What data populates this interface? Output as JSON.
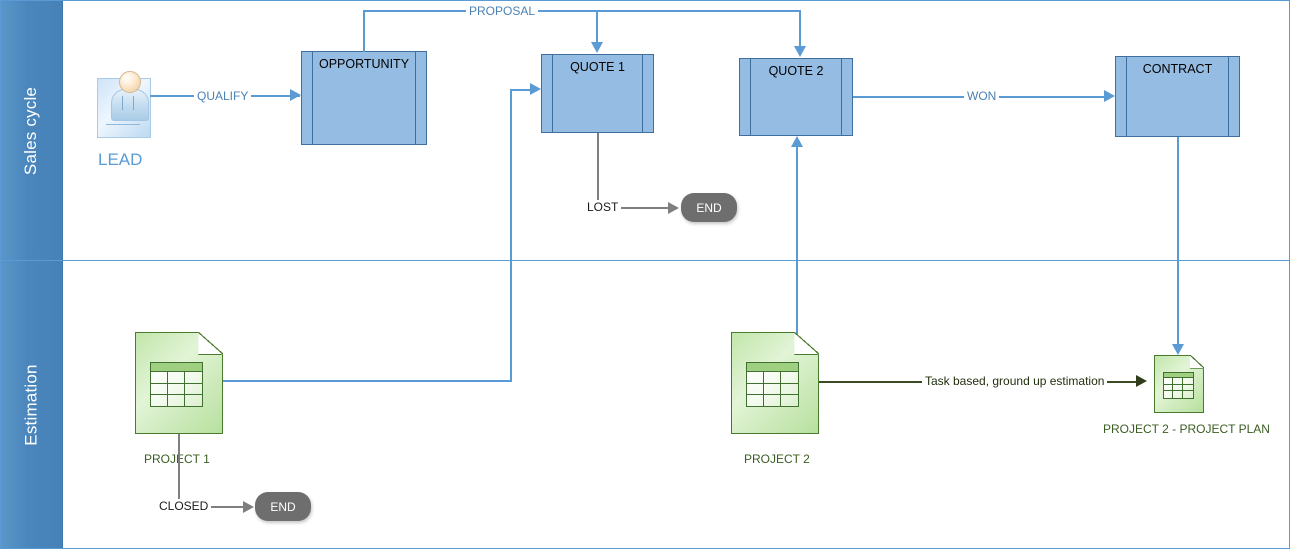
{
  "diagram": {
    "title": "Sales cycle and Estimation swimlane flowchart",
    "colors": {
      "lane_header_bg": "#4a86bc",
      "lane_border": "#5b9bd5",
      "process_fill": "#95bce2",
      "process_border": "#3e6f9e",
      "connector_blue": "#5b9bd5",
      "connector_gray": "#7f7f7f",
      "connector_green": "#3a4a22",
      "end_fill": "#6e6e6e",
      "doc_green": "#b7e09e",
      "doc_green_border": "#4a7a2e"
    }
  },
  "lanes": [
    {
      "id": "sales-cycle",
      "label": "Sales cycle"
    },
    {
      "id": "estimation",
      "label": "Estimation"
    }
  ],
  "nodes": {
    "lead": {
      "label": "LEAD",
      "type": "actor-icon"
    },
    "opportunity": {
      "label": "OPPORTUNITY",
      "type": "subprocess"
    },
    "quote1": {
      "label": "QUOTE 1",
      "type": "subprocess"
    },
    "quote2": {
      "label": "QUOTE 2",
      "type": "subprocess"
    },
    "contract": {
      "label": "CONTRACT",
      "type": "subprocess"
    },
    "end_lost": {
      "label": "END",
      "type": "terminator"
    },
    "end_closed": {
      "label": "END",
      "type": "terminator"
    },
    "project1": {
      "label": "PROJECT 1",
      "type": "document"
    },
    "project2": {
      "label": "PROJECT 2",
      "type": "document"
    },
    "project2plan": {
      "label": "PROJECT 2 - PROJECT PLAN",
      "type": "document"
    }
  },
  "edges": {
    "qualify": {
      "label": "QUALIFY",
      "from": "lead",
      "to": "opportunity"
    },
    "proposal": {
      "label": "PROPOSAL",
      "from": "opportunity",
      "to": "quote1, quote2"
    },
    "lost": {
      "label": "LOST",
      "from": "quote1",
      "to": "end_lost"
    },
    "won": {
      "label": "WON",
      "from": "quote2",
      "to": "contract"
    },
    "closed": {
      "label": "CLOSED",
      "from": "project1",
      "to": "end_closed"
    },
    "estimation": {
      "label": "Task based, ground up estimation",
      "from": "project2",
      "to": "project2plan"
    }
  }
}
